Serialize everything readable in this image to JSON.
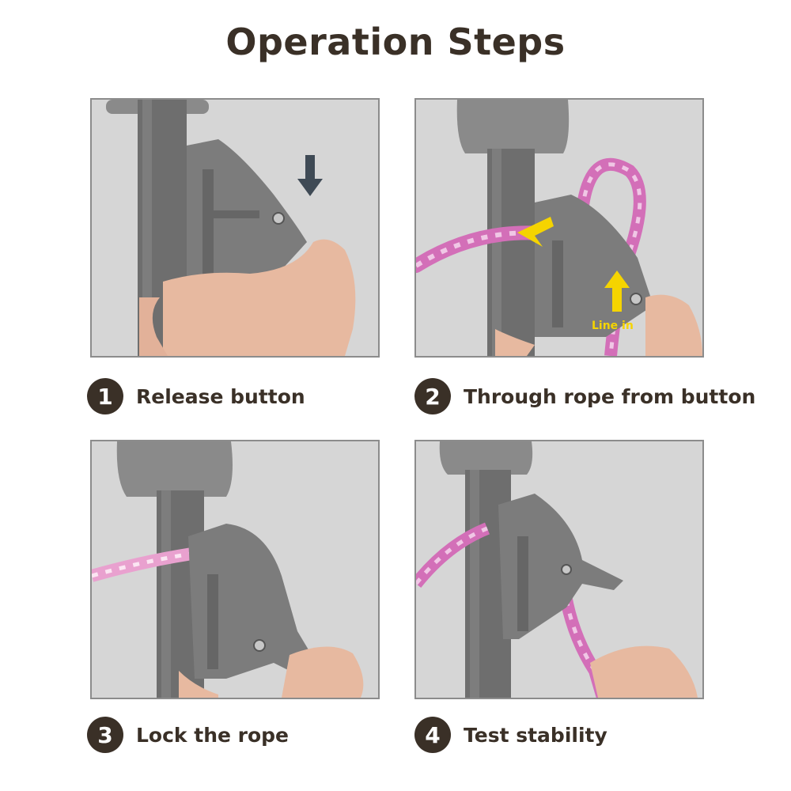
{
  "title": "Operation Steps",
  "colors": {
    "title": "#3a3027",
    "badge": "#3a3027",
    "panel_background": "#d9d9d9",
    "pole_gray": "#6e6e6e",
    "clip_gray": "#7c7c7c",
    "rope_pink": "#d36fb8",
    "arrow_yellow": "#f5d400",
    "arrow_dark": "#3f4a55",
    "skin": "#e7b9a0"
  },
  "steps": [
    {
      "number": "1",
      "label": "Release button",
      "image_icon": "pole-clip-press-button"
    },
    {
      "number": "2",
      "label": "Through rope from button",
      "image_icon": "rope-through-clip",
      "annotation": "Line in"
    },
    {
      "number": "3",
      "label": "Lock the rope",
      "image_icon": "clip-locked-rope"
    },
    {
      "number": "4",
      "label": "Test stability",
      "image_icon": "pull-rope-test"
    }
  ]
}
